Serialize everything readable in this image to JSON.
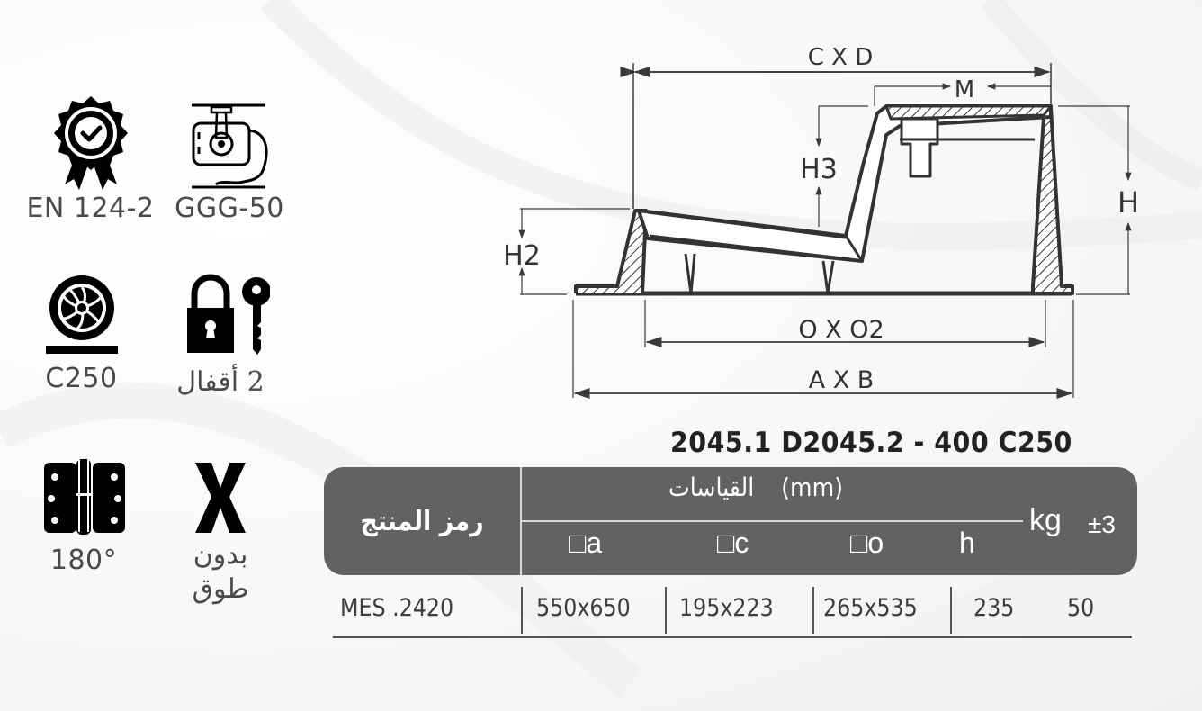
{
  "features": [
    {
      "id": "standard",
      "icon": "certified-badge-icon",
      "label": "EN 124-2"
    },
    {
      "id": "material",
      "icon": "cast-iron-casting-icon",
      "label": "GGG-50"
    },
    {
      "id": "load_class",
      "icon": "wheel-load-icon",
      "label": "C250"
    },
    {
      "id": "locks",
      "icon": "padlock-key-icon",
      "label": "2 أقفال"
    },
    {
      "id": "hinge",
      "icon": "hinge-icon",
      "label": "180°"
    },
    {
      "id": "gasket",
      "icon": "x-mark-icon",
      "label_line1": "بدون",
      "label_line2": "طوق"
    }
  ],
  "drawing": {
    "labels": {
      "cxd": "C X D",
      "m": "M",
      "h3": "H3",
      "h": "H",
      "h2": "H2",
      "oxo2": "O X O2",
      "axb": "A X B"
    }
  },
  "product_title": "2045.1 D2045.2 - 400 C250",
  "table": {
    "header": {
      "code": "رمز المنتج",
      "dims_ar": "القياسات",
      "dims_unit": "(mm)",
      "col_a": "□a",
      "col_c": "□c",
      "col_o": "□o",
      "col_h": "h",
      "kg": "kg",
      "tolerance": "±3"
    },
    "rows": [
      {
        "code": "MES  .2420",
        "a": "550x650",
        "c": "195x223",
        "o": "265x535",
        "h": "235",
        "kg": "50"
      }
    ]
  },
  "colors": {
    "header_bg": "#626262",
    "text": "#3d3d3d",
    "icon": "#000000"
  }
}
